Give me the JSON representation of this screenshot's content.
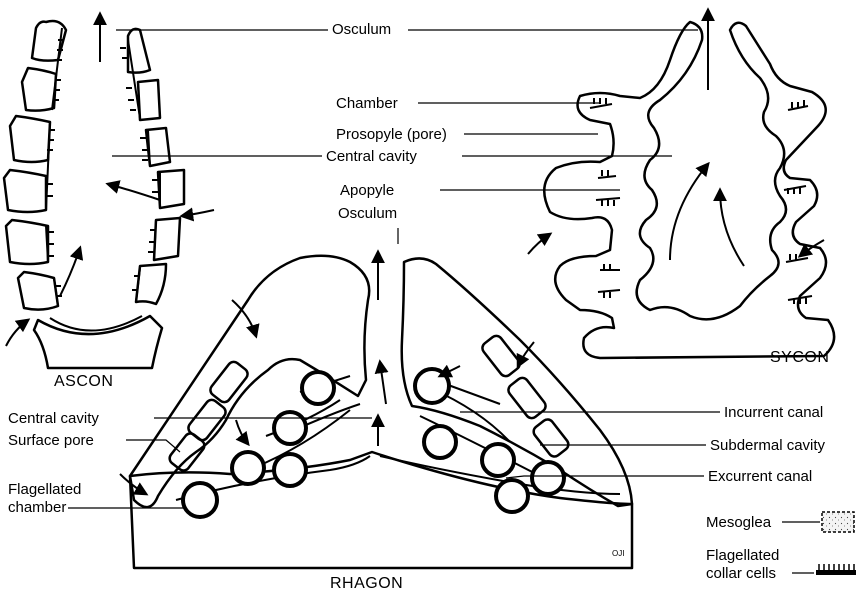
{
  "colors": {
    "ink": "#000000",
    "mesoglea_fill": "#f2f2f2",
    "background": "#ffffff"
  },
  "titles": {
    "ascon": "ASCON",
    "sycon": "SYCON",
    "rhagon": "RHAGON"
  },
  "labels": {
    "osculum_top": "Osculum",
    "chamber": "Chamber",
    "prosopyle": "Prosopyle (pore)",
    "central_cavity_top": "Central cavity",
    "apopyle": "Apopyle",
    "osculum_mid": "Osculum",
    "central_cavity_rhagon": "Central cavity",
    "surface_pore": "Surface pore",
    "flagellated_chamber_1": "Flagellated",
    "flagellated_chamber_2": "chamber",
    "incurrent_canal": "Incurrent canal",
    "subdermal_cavity": "Subdermal cavity",
    "excurrent_canal": "Excurrent canal",
    "legend_mesoglea": "Mesoglea",
    "legend_collar_1": "Flagellated",
    "legend_collar_2": "collar cells",
    "artist_mark": "OJI"
  },
  "legend": {
    "mesoglea_symbol": "stippled-box",
    "collar_symbol": "comb-bar"
  }
}
